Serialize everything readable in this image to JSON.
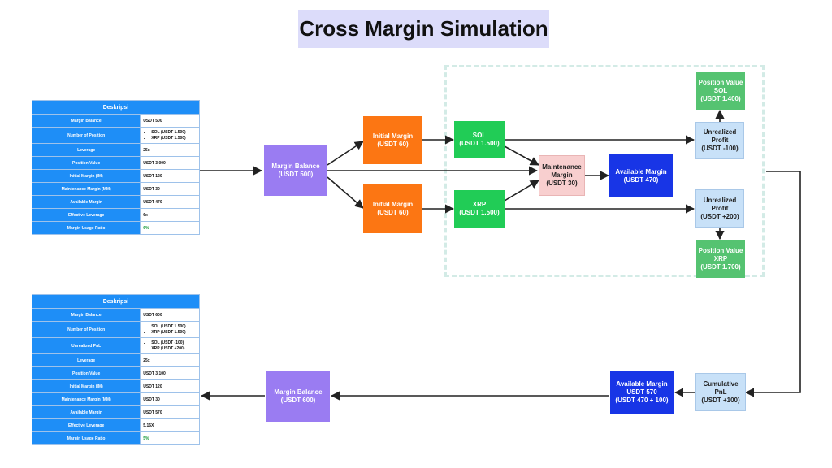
{
  "title": "Cross Margin Simulation",
  "nodes": {
    "margin_balance_1": [
      "Margin Balance",
      "(USDT 500)"
    ],
    "initial_margin_sol": [
      "Initial Margin",
      "(USDT 60)"
    ],
    "initial_margin_xrp": [
      "Initial Margin",
      "(USDT 60)"
    ],
    "sol": [
      "SOL",
      "(USDT 1.500)"
    ],
    "xrp": [
      "XRP",
      "(USDT 1.500)"
    ],
    "maintenance_margin": [
      "Maintenance",
      "Margin",
      "(USDT 30)"
    ],
    "available_margin_1": [
      "Available Margin",
      "(USDT 470)"
    ],
    "unrealized_sol": [
      "Unrealized",
      "Profit",
      "(USDT -100)"
    ],
    "unrealized_xrp": [
      "Unrealized",
      "Profit",
      "(USDT +200)"
    ],
    "position_value_sol": [
      "Position Value",
      "SOL",
      "(USDT 1.400)"
    ],
    "position_value_xrp": [
      "Position Value",
      "XRP",
      "(USDT 1.700)"
    ],
    "cumulative_pnl": [
      "Cumulative",
      "PnL",
      "(USDT +100)"
    ],
    "available_margin_2": [
      "Available Margin",
      "USDT 570",
      "(USDT 470 + 100)"
    ],
    "margin_balance_2": [
      "Margin Balance",
      "(USDT 600)"
    ]
  },
  "table1": {
    "header": "Deskripsi",
    "rows": [
      {
        "label": "Margin Balance",
        "value": "USDT 500"
      },
      {
        "label": "Number of Position",
        "items": [
          "SOL (USDT 1.500)",
          "XRP (USDT 1.500)"
        ]
      },
      {
        "label": "Leverage",
        "value": "25x"
      },
      {
        "label": "Position Value",
        "value": "USDT 3.000"
      },
      {
        "label": "Initial Margin (IM)",
        "value": "USDT 120"
      },
      {
        "label": "Maintenance Margin (MM)",
        "value": "USDT 30"
      },
      {
        "label": "Available Margin",
        "value": "USDT 470"
      },
      {
        "label": "Effective Leverage",
        "value": "6x"
      },
      {
        "label": "Margin Usage Ratio",
        "value": "6%",
        "green": true
      }
    ]
  },
  "table2": {
    "header": "Deskripsi",
    "rows": [
      {
        "label": "Margin Balance",
        "value": "USDT 600"
      },
      {
        "label": "Number of Position",
        "items": [
          "SOL (USDT 1.500)",
          "XRP (USDT 1.500)"
        ]
      },
      {
        "label": "Unrealized PnL",
        "items": [
          "SOL (USDT -100)",
          "XRP (USDT +200)"
        ]
      },
      {
        "label": "Leverage",
        "value": "25x"
      },
      {
        "label": "Position Value",
        "value": "USDT 3.100"
      },
      {
        "label": "Initial Margin (IM)",
        "value": "USDT 120"
      },
      {
        "label": "Maintenance Margin (MM)",
        "value": "USDT 30"
      },
      {
        "label": "Available Margin",
        "value": "USDT 570"
      },
      {
        "label": "Effective Leverage",
        "value": "5,16X"
      },
      {
        "label": "Margin Usage Ratio",
        "value": "5%",
        "green": true
      }
    ]
  }
}
